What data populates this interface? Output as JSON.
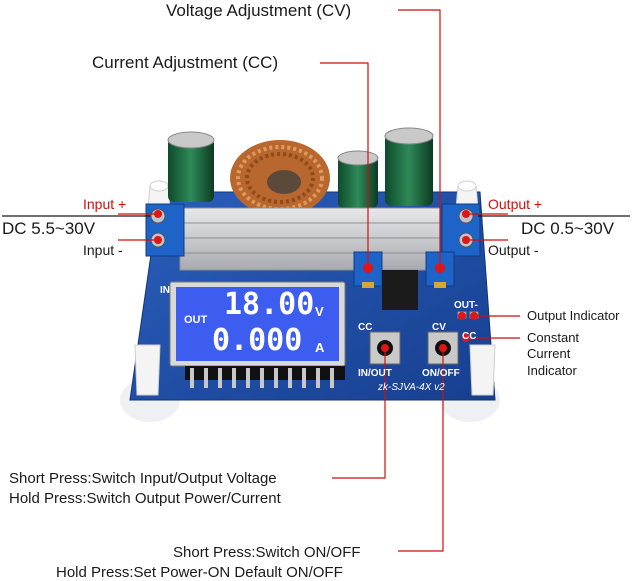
{
  "annotations": {
    "voltage_adjustment": "Voltage Adjustment (CV)",
    "current_adjustment": "Current Adjustment (CC)",
    "input_plus": "Input +",
    "input_voltage": "DC 5.5~30V",
    "input_minus": "Input -",
    "output_plus": "Output +",
    "output_voltage": "DC 0.5~30V",
    "output_minus": "Output -",
    "output_indicator": "Output Indicator",
    "constant_current_line1": "Constant",
    "constant_current_line2": "Current",
    "constant_current_line3": "Indicator",
    "inout_line1": "Short Press:Switch Input/Output Voltage",
    "inout_line2": "Hold Press:Switch Output Power/Current",
    "onoff_line1": "Short Press:Switch ON/OFF",
    "onoff_line2": "Hold Press:Set Power-ON Default ON/OFF"
  },
  "board": {
    "display_mode": "OUT",
    "voltage_value": "18.00",
    "voltage_unit": "V",
    "current_value": "0.000",
    "current_unit": "A",
    "button_left_label": "IN/OUT",
    "button_right_label": "ON/OFF",
    "model_label": "zk-SJVA-4X v2",
    "cc_label": "CC",
    "cv_label": "CV",
    "out_label": "OUT-",
    "in_label": "IN"
  },
  "colors": {
    "pcb": "#1f4fa8",
    "lcd": "#3d5cf0",
    "accent": "#d10f0f"
  }
}
